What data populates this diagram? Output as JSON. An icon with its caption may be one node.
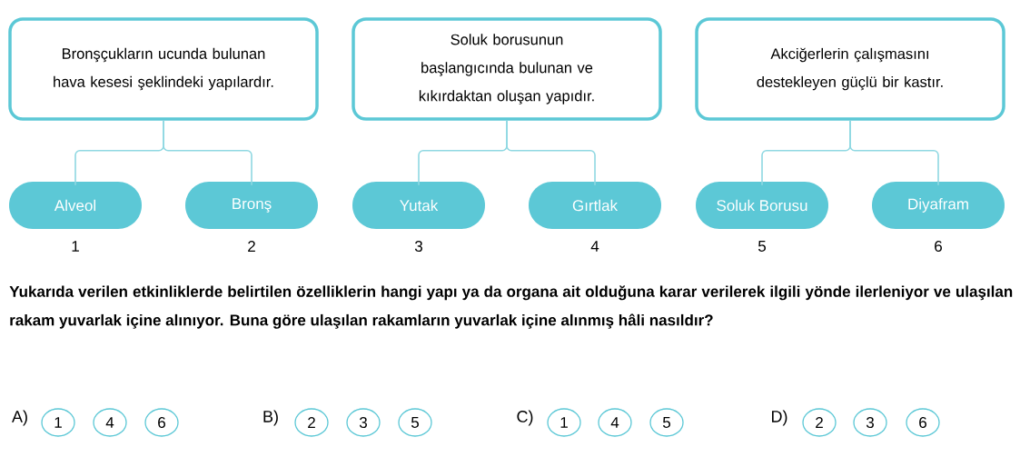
{
  "diagram": {
    "nodes": [
      {
        "text": [
          "Bronşçukların ucunda bulunan hava kesesi şeklindeki yapılardır."
        ]
      },
      {
        "text": [
          "Soluk borusunun başlangıcında bulunan ve kıkırdaktan oluşan yapıdır."
        ]
      },
      {
        "text": [
          "Akciğerlerin çalışmasını destekleyen güçlü bir kastır."
        ]
      },
      {
        "text": [
          "Alveol"
        ],
        "beside": [
          "1"
        ]
      },
      {
        "text": [
          "Bronş"
        ],
        "beside": [
          "2"
        ]
      },
      {
        "text": [
          "Yutak"
        ],
        "beside": [
          "3"
        ]
      },
      {
        "text": [
          "Gırtlak"
        ],
        "beside": [
          "4"
        ]
      },
      {
        "text": [
          "Soluk Borusu"
        ],
        "beside": [
          "5"
        ]
      },
      {
        "text": [
          "Diyafram"
        ],
        "beside": [
          "6"
        ]
      },
      {
        "text": [
          "1"
        ]
      },
      {
        "text": [
          "4"
        ]
      },
      {
        "text": [
          "6"
        ]
      },
      {
        "text": [
          "2"
        ]
      },
      {
        "text": [
          "3"
        ]
      },
      {
        "text": [
          "5"
        ]
      },
      {
        "text": [
          "1"
        ]
      },
      {
        "text": [
          "4"
        ]
      },
      {
        "text": [
          "5"
        ]
      },
      {
        "text": [
          "2"
        ]
      },
      {
        "text": [
          "3"
        ]
      },
      {
        "text": [
          "6"
        ]
      }
    ],
    "edges": [
      {
        "from": 0,
        "to": 3,
        "arrow": "none"
      },
      {
        "from": 0,
        "to": 4,
        "arrow": "none"
      },
      {
        "from": 1,
        "to": 5,
        "arrow": "none"
      },
      {
        "from": 1,
        "to": 6,
        "arrow": "none"
      },
      {
        "from": 2,
        "to": 7,
        "arrow": "none"
      },
      {
        "from": 2,
        "to": 8,
        "arrow": "none"
      }
    ],
    "labels": [
      "Yukarıda verilen etkinliklerde belirtilen özelliklerin hangi yapı ya da organa ait olduğuna karar verilerek ilgili yönde ilerleniyor ve ulaşılan rakam yuvarlak içine alınıyor. Buna göre ulaşılan rakamların yuvarlak içine alınmış hâli nasıldır?",
      "A)",
      "B)",
      "C)",
      "D)"
    ]
  }
}
